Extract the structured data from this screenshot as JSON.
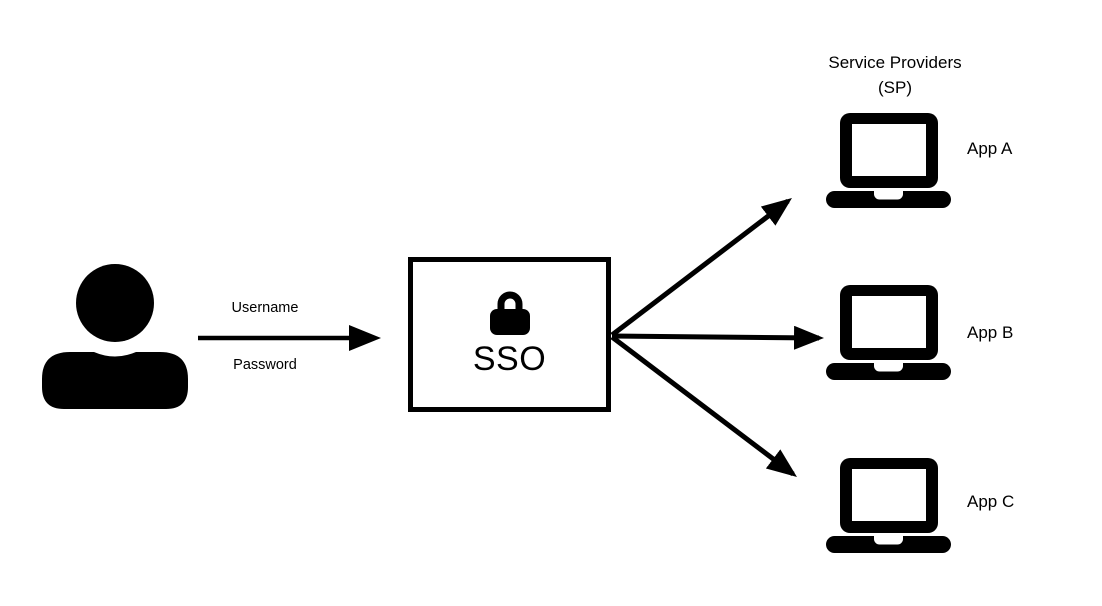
{
  "diagram": {
    "user": {
      "icon": "person-icon"
    },
    "credentials": {
      "username_label": "Username",
      "password_label": "Password",
      "arrow_icon": "right-arrow-icon"
    },
    "sso": {
      "label": "SSO",
      "icon": "lock-icon"
    },
    "service_providers": {
      "title": "Service Providers",
      "subtitle": "(SP)"
    },
    "apps": [
      {
        "label": "App A",
        "icon": "laptop-icon"
      },
      {
        "label": "App B",
        "icon": "laptop-icon"
      },
      {
        "label": "App C",
        "icon": "laptop-icon"
      }
    ],
    "colors": {
      "foreground": "#000000",
      "background": "#ffffff"
    }
  }
}
